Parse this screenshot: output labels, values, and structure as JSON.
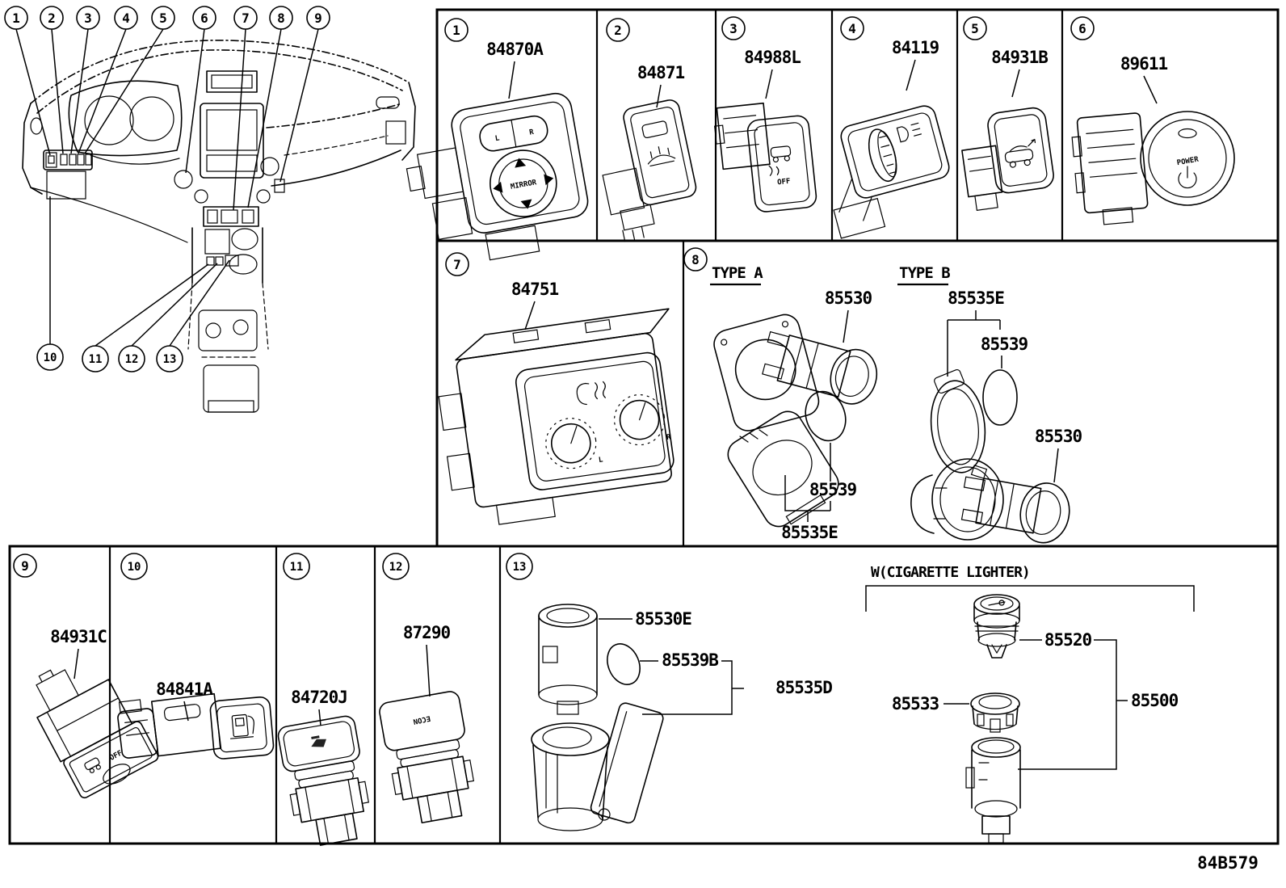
{
  "footer": {
    "diagram_code": "84B579"
  },
  "overview": {
    "callouts": {
      "c1": "1",
      "c2": "2",
      "c3": "3",
      "c4": "4",
      "c5": "5",
      "c6": "6",
      "c7": "7",
      "c8": "8",
      "c9": "9",
      "c10": "10",
      "c11": "11",
      "c12": "12",
      "c13": "13"
    }
  },
  "panels": {
    "p1": {
      "num": "1",
      "part": "84870A",
      "rocker_left": "L",
      "rocker_right": "R",
      "pad_text": "MIRROR"
    },
    "p2": {
      "num": "2",
      "part": "84871"
    },
    "p3": {
      "num": "3",
      "part": "84988L",
      "icon_caption": "OFF"
    },
    "p4": {
      "num": "4",
      "part": "84119"
    },
    "p5": {
      "num": "5",
      "part": "84931B"
    },
    "p6": {
      "num": "6",
      "part": "89611",
      "button_label": "POWER"
    },
    "p7": {
      "num": "7",
      "part": "84751",
      "knob_left": "L",
      "knob_right": "R"
    },
    "p8": {
      "num": "8",
      "type_a": {
        "title": "TYPE A",
        "socket": "85530",
        "cap": "85539",
        "housing": "85535E"
      },
      "type_b": {
        "title": "TYPE B",
        "housing": "85535E",
        "cap": "85539",
        "socket": "85530"
      }
    },
    "p9": {
      "num": "9",
      "part": "84931C",
      "icon_caption": "OFF"
    },
    "p10": {
      "num": "10",
      "part": "84841A"
    },
    "p11": {
      "num": "11",
      "part": "84720J"
    },
    "p12": {
      "num": "12",
      "part": "87290",
      "face_text": "ECON"
    },
    "p13": {
      "num": "13",
      "socket": "85530E",
      "cap": "85539B",
      "housing": "85535D"
    }
  },
  "lighter": {
    "title": "W(CIGARETTE LIGHTER)",
    "plug": "85520",
    "ring": "85533",
    "socket": "85500"
  }
}
